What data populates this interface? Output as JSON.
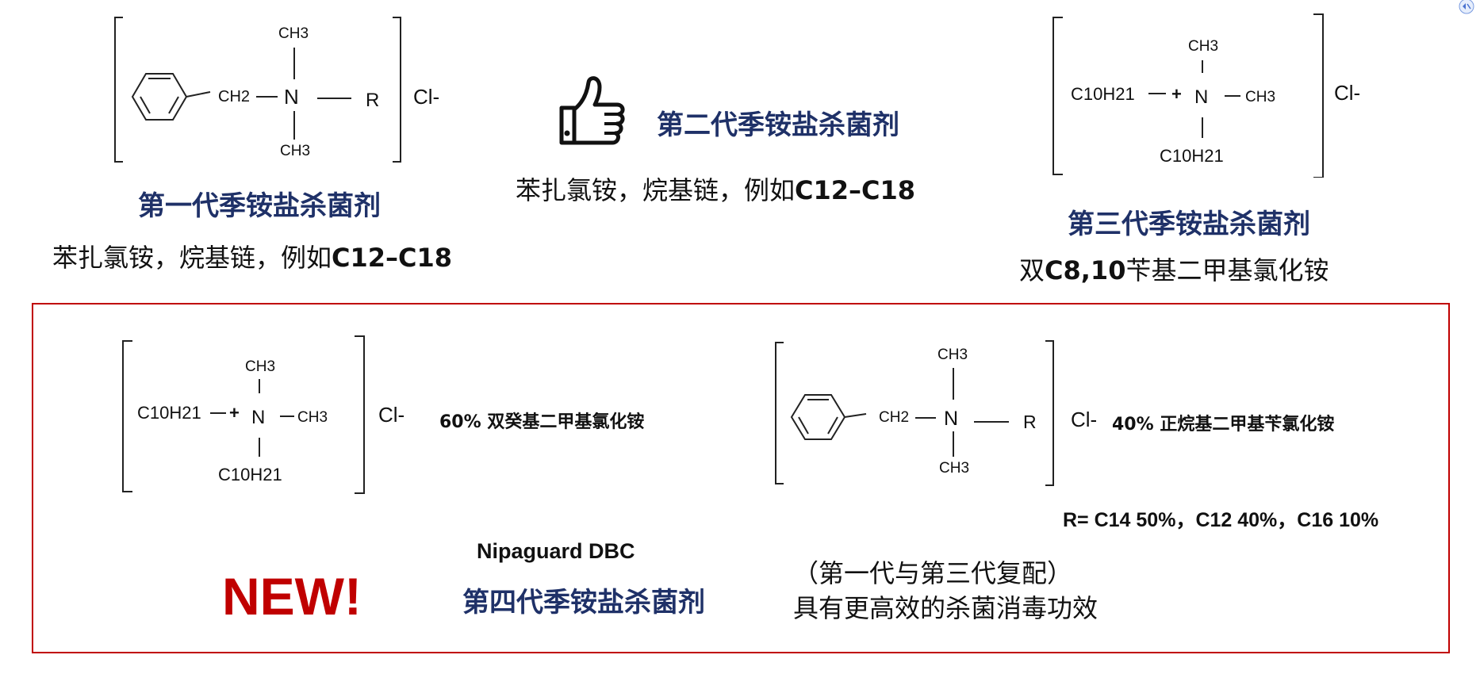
{
  "gen1": {
    "title": "第一代季铵盐杀菌剂",
    "desc_cn": "苯扎氯铵，烷基链，例如",
    "desc_chain": "C12–C18",
    "formula": {
      "ch3_top": "CH3",
      "ch2": "CH2",
      "n": "N",
      "r": "R",
      "ch3_bottom": "CH3",
      "cl": "Cl-"
    }
  },
  "gen2": {
    "title": "第二代季铵盐杀菌剂",
    "desc_cn": "苯扎氯铵，烷基链，例如",
    "desc_chain": "C12–C18",
    "icon": "thumbs-up-icon"
  },
  "gen3": {
    "title": "第三代季铵盐杀菌剂",
    "desc_pre": "双",
    "desc_chain": "C8,10",
    "desc_post": "苄基二甲基氯化铵",
    "formula": {
      "ch3_top": "CH3",
      "left": "C10H21",
      "plus": "+",
      "n": "N",
      "ch3_right": "CH3",
      "bottom": "C10H21",
      "cl": "Cl-"
    }
  },
  "gen4": {
    "formula_a": {
      "ch3_top": "CH3",
      "left": "C10H21",
      "plus": "+",
      "n": "N",
      "ch3_right": "CH3",
      "bottom": "C10H21",
      "cl": "Cl-"
    },
    "pct_a": "60% 双癸基二甲基氯化铵",
    "formula_b": {
      "ch3_top": "CH3",
      "ch2": "CH2",
      "n": "N",
      "r": "R",
      "ch3_bottom": "CH3",
      "cl": "Cl-"
    },
    "pct_b": "40% 正烷基二甲基苄氯化铵",
    "r_composition": "R= C14 50%，C12 40%，C16 10%",
    "new_label": "NEW!",
    "product": "Nipaguard DBC",
    "title": "第四代季铵盐杀菌剂",
    "note_line1": "（第一代与第三代复配）",
    "note_line2": "具有更高效的杀菌消毒功效"
  },
  "colors": {
    "title": "#1f3168",
    "accent": "#c00000"
  }
}
